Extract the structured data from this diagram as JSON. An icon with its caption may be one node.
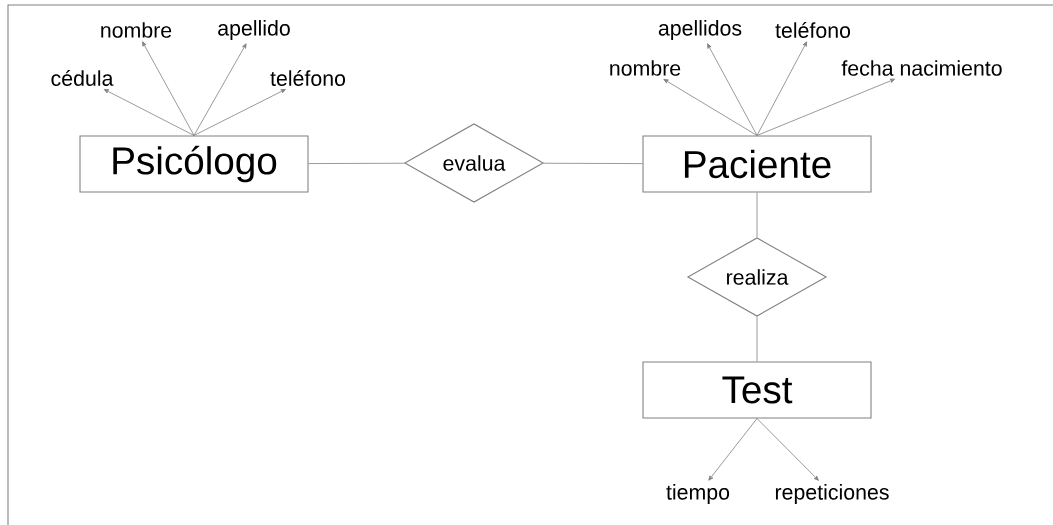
{
  "diagram": {
    "nodes": [
      {
        "text": [
          "Psicólogo"
        ]
      },
      {
        "text": [
          "evalua"
        ]
      },
      {
        "text": [
          "Paciente"
        ]
      },
      {
        "text": [
          "realiza"
        ]
      },
      {
        "text": [
          "Test"
        ]
      },
      {
        "text": [
          "cédula"
        ]
      },
      {
        "text": [
          "nombre"
        ]
      },
      {
        "text": [
          "apellido"
        ]
      },
      {
        "text": [
          "teléfono"
        ]
      },
      {
        "text": [
          "nombre"
        ]
      },
      {
        "text": [
          "apellidos"
        ]
      },
      {
        "text": [
          "teléfono"
        ]
      },
      {
        "text": [
          "fecha nacimiento"
        ]
      },
      {
        "text": [
          "tiempo"
        ]
      },
      {
        "text": [
          "repeticiones"
        ]
      }
    ],
    "edges": [
      {
        "from": 0,
        "to": 1,
        "arrow": "none"
      },
      {
        "from": 1,
        "to": 2,
        "arrow": "none"
      },
      {
        "from": 2,
        "to": 3,
        "arrow": "none"
      },
      {
        "from": 3,
        "to": 4,
        "arrow": "none"
      },
      {
        "from": 0,
        "to": 5,
        "arrow": "to"
      },
      {
        "from": 0,
        "to": 6,
        "arrow": "to"
      },
      {
        "from": 0,
        "to": 7,
        "arrow": "to"
      },
      {
        "from": 0,
        "to": 8,
        "arrow": "to"
      },
      {
        "from": 2,
        "to": 9,
        "arrow": "to"
      },
      {
        "from": 2,
        "to": 10,
        "arrow": "to"
      },
      {
        "from": 2,
        "to": 11,
        "arrow": "to"
      },
      {
        "from": 2,
        "to": 12,
        "arrow": "to"
      },
      {
        "from": 4,
        "to": 13,
        "arrow": "to"
      },
      {
        "from": 4,
        "to": 14,
        "arrow": "to"
      }
    ]
  }
}
